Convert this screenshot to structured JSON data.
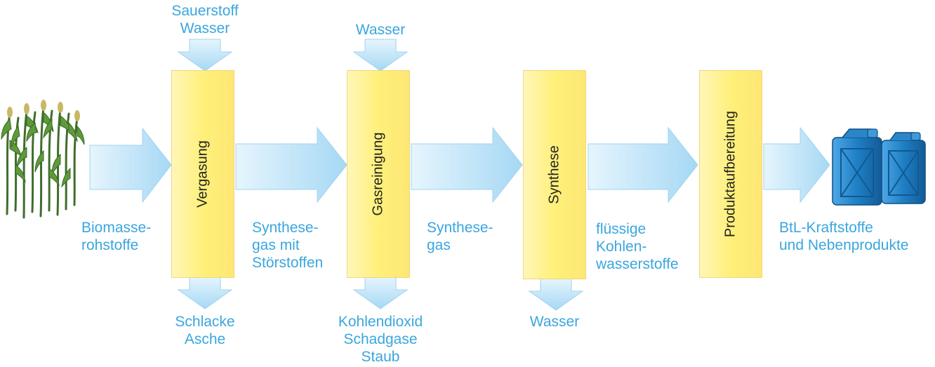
{
  "colors": {
    "label_text": "#3aa6de",
    "arrow_fill_light": "#e2f3fc",
    "arrow_fill_dark": "#a9daf5",
    "stage_fill": "#fff07a",
    "stage_border": "#f1d57e",
    "stage_text": "#222222",
    "canister": "#1f7fc4"
  },
  "icons": [
    "plant-icon",
    "fuel-canister-icon"
  ],
  "stages": [
    {
      "label": "Vergasung"
    },
    {
      "label": "Gasreinigung"
    },
    {
      "label": "Synthese"
    },
    {
      "label": "Produktaufbereitung"
    }
  ],
  "flow_labels": {
    "input": "Biomasse-\nrohstoffe",
    "after_vergasung": "Synthese-\ngas mit\nStörstoffen",
    "after_gasreinigung": "Synthese-\ngas",
    "after_synthese": "flüssige\nKohlen-\nwasserstoffe",
    "output": "BtL-Kraftstoffe\nund Nebenprodukte"
  },
  "inputs_top": {
    "vergasung": "Sauerstoff\nWasser",
    "gasreinigung": "Wasser"
  },
  "outputs_bottom": {
    "vergasung": "Schlacke\nAsche",
    "gasreinigung": "Kohlendioxid\nSchadgase\nStaub",
    "synthese": "Wasser"
  }
}
